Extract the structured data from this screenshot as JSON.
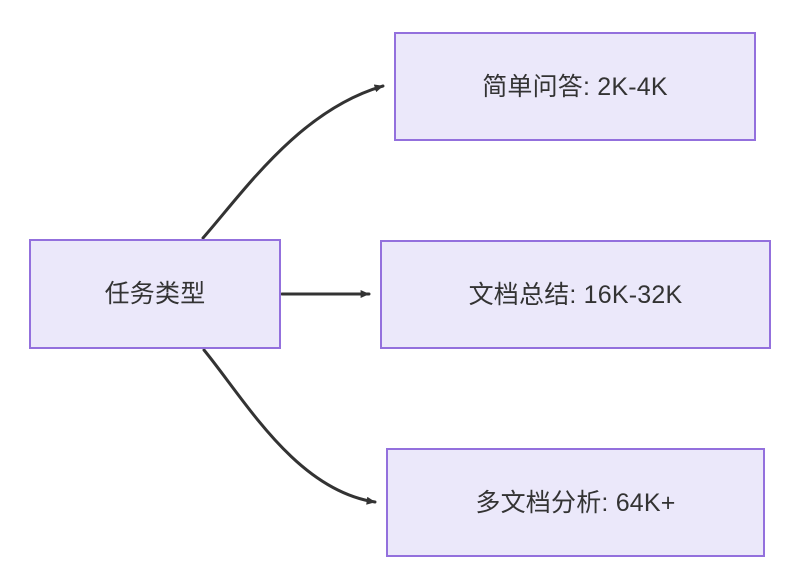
{
  "diagram": {
    "type": "flowchart",
    "direction": "left-to-right",
    "background_color": "#ffffff",
    "node_fill_color": "#ebe8fa",
    "node_border_color": "#9370dd",
    "node_text_color": "#333333",
    "edge_color": "#333333",
    "source_node": {
      "id": "task-type",
      "label": "任务类型"
    },
    "target_nodes": [
      {
        "id": "simple-qa",
        "label": "简单问答: 2K-4K"
      },
      {
        "id": "doc-summary",
        "label": "文档总结: 16K-32K"
      },
      {
        "id": "multi-doc",
        "label": "多文档分析: 64K+"
      }
    ],
    "edges": [
      {
        "id": "edge-to-simple-qa",
        "from": "task-type",
        "to": "simple-qa",
        "style": "curved",
        "arrowhead": "solid-triangle",
        "label": ""
      },
      {
        "id": "edge-to-doc-summary",
        "from": "task-type",
        "to": "doc-summary",
        "style": "straight",
        "arrowhead": "solid-triangle",
        "label": ""
      },
      {
        "id": "edge-to-multi-doc",
        "from": "task-type",
        "to": "multi-doc",
        "style": "curved",
        "arrowhead": "solid-triangle",
        "label": ""
      }
    ]
  }
}
